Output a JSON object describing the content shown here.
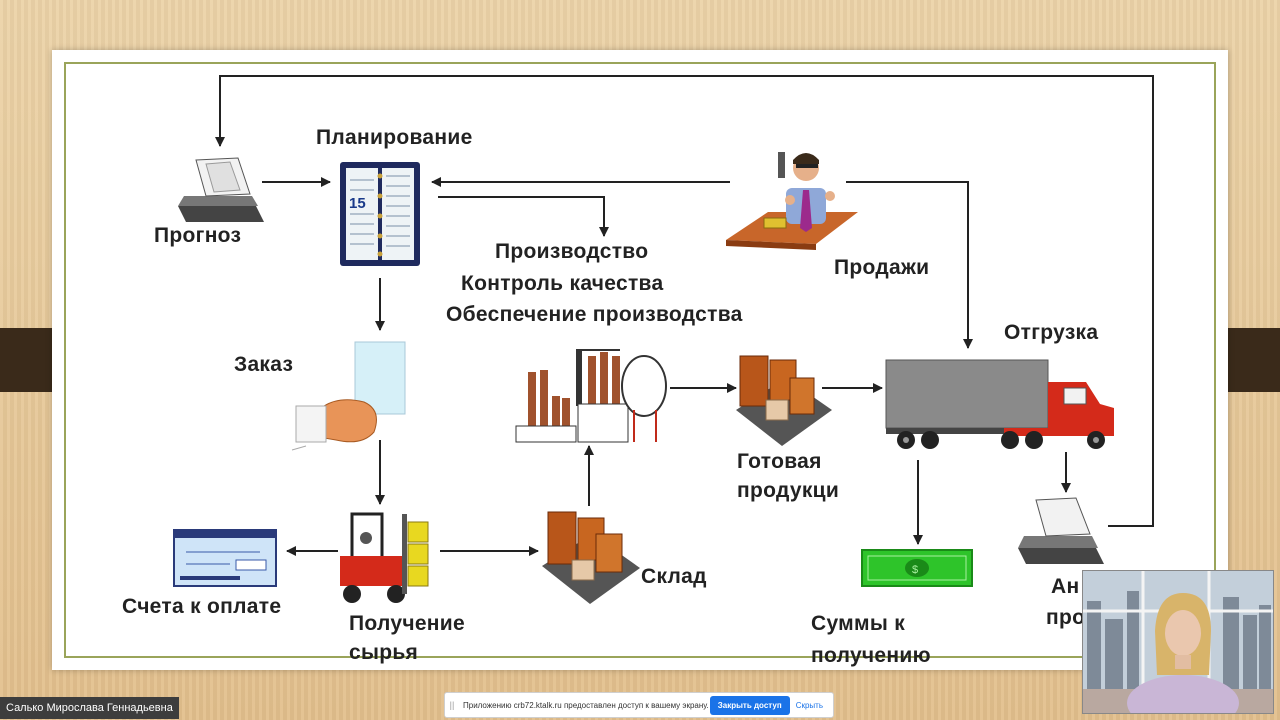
{
  "labels": {
    "planning": "Планирование",
    "forecast": "Прогноз",
    "production": "Производство",
    "quality": "Контроль качества",
    "supply": "Обеспечение производства",
    "sales": "Продажи",
    "order": "Заказ",
    "shipment": "Отгрузка",
    "finished_1": "Готовая",
    "finished_2": "продукци",
    "warehouse": "Склад",
    "invoices": "Счета к оплате",
    "raw_1": "Получение",
    "raw_2": "сырья",
    "receivables_1": "Суммы к",
    "receivables_2": "получению",
    "analysis_1": "Ан",
    "analysis_2": "про"
  },
  "calendar_day": "15",
  "participant_name": "Салько Мирослава Геннадьевна",
  "share_bar": {
    "handle": "||",
    "message": "Приложению crb72.ktalk.ru предоставлен доступ к вашему экрану.",
    "stop_button": "Закрыть доступ",
    "hide_link": "Скрыть"
  },
  "colors": {
    "slide_border": "#9aa45a",
    "background": "#e7c89a",
    "button_blue": "#1a73e8"
  }
}
